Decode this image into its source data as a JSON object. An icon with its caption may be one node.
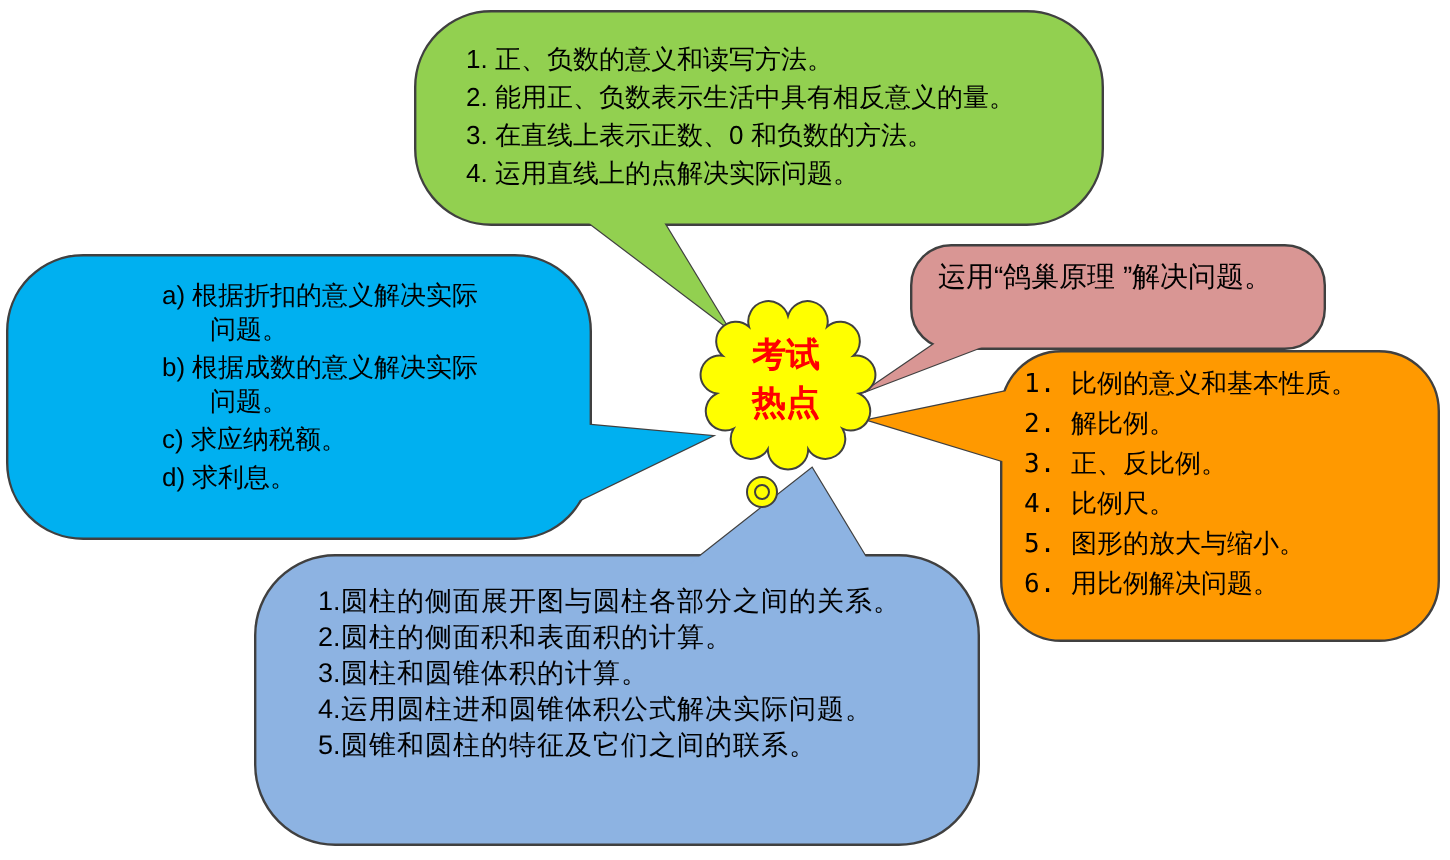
{
  "diagram": {
    "nodes": [
      {
        "text": [
          "1.  正、负数的意义和读写方法。",
          "2.  能用正、负数表示生活中具有相反意义的量。",
          "3.  在直线上表示正数、0 和负数的方法。",
          "4.  运用直线上的点解决实际问题。"
        ]
      },
      {
        "text": [
          "a)  根据折扣的意义解决实际问题。",
          "b)  根据成数的意义解决实际问题。",
          "c)  求应纳税额。",
          "d)  求利息。"
        ]
      },
      {
        "text": [
          "考试热点"
        ]
      },
      {
        "text": [
          "运用“鸽巢原理 ”解决问题。"
        ]
      },
      {
        "text": [
          "1. 比例的意义和基本性质。",
          "2. 解比例。",
          "3. 正、反比例。",
          "4. 比例尺。",
          "5. 图形的放大与缩小。",
          "6. 用比例解决问题。"
        ]
      },
      {
        "text": [
          "1.圆柱的侧面展开图与圆柱各部分之间的关系。",
          "2.圆柱的侧面积和表面积的计算。",
          "3.圆柱和圆锥体积的计算。",
          "4.运用圆柱进和圆锥体积公式解决实际问题。",
          "5.圆锥和圆柱的特征及它们之间的联系。"
        ]
      }
    ]
  }
}
